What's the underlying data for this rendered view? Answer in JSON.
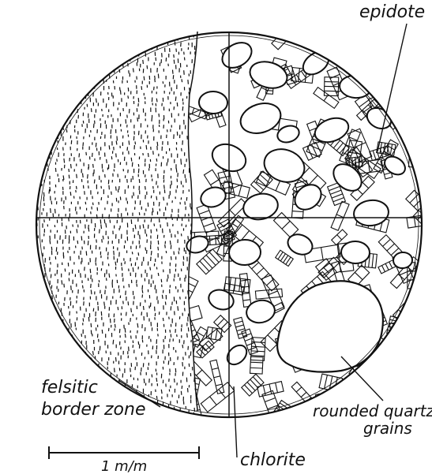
{
  "labels": {
    "epidote": "epidote",
    "felsitic_line1": "felsitic",
    "felsitic_line2": "border zone",
    "quartz_line1": "rounded quartz",
    "quartz_line2": "grains",
    "chlorite": "chlorite",
    "scale": "1 m/m"
  },
  "colors": {
    "ink": "#111111",
    "paper": "#ffffff"
  }
}
